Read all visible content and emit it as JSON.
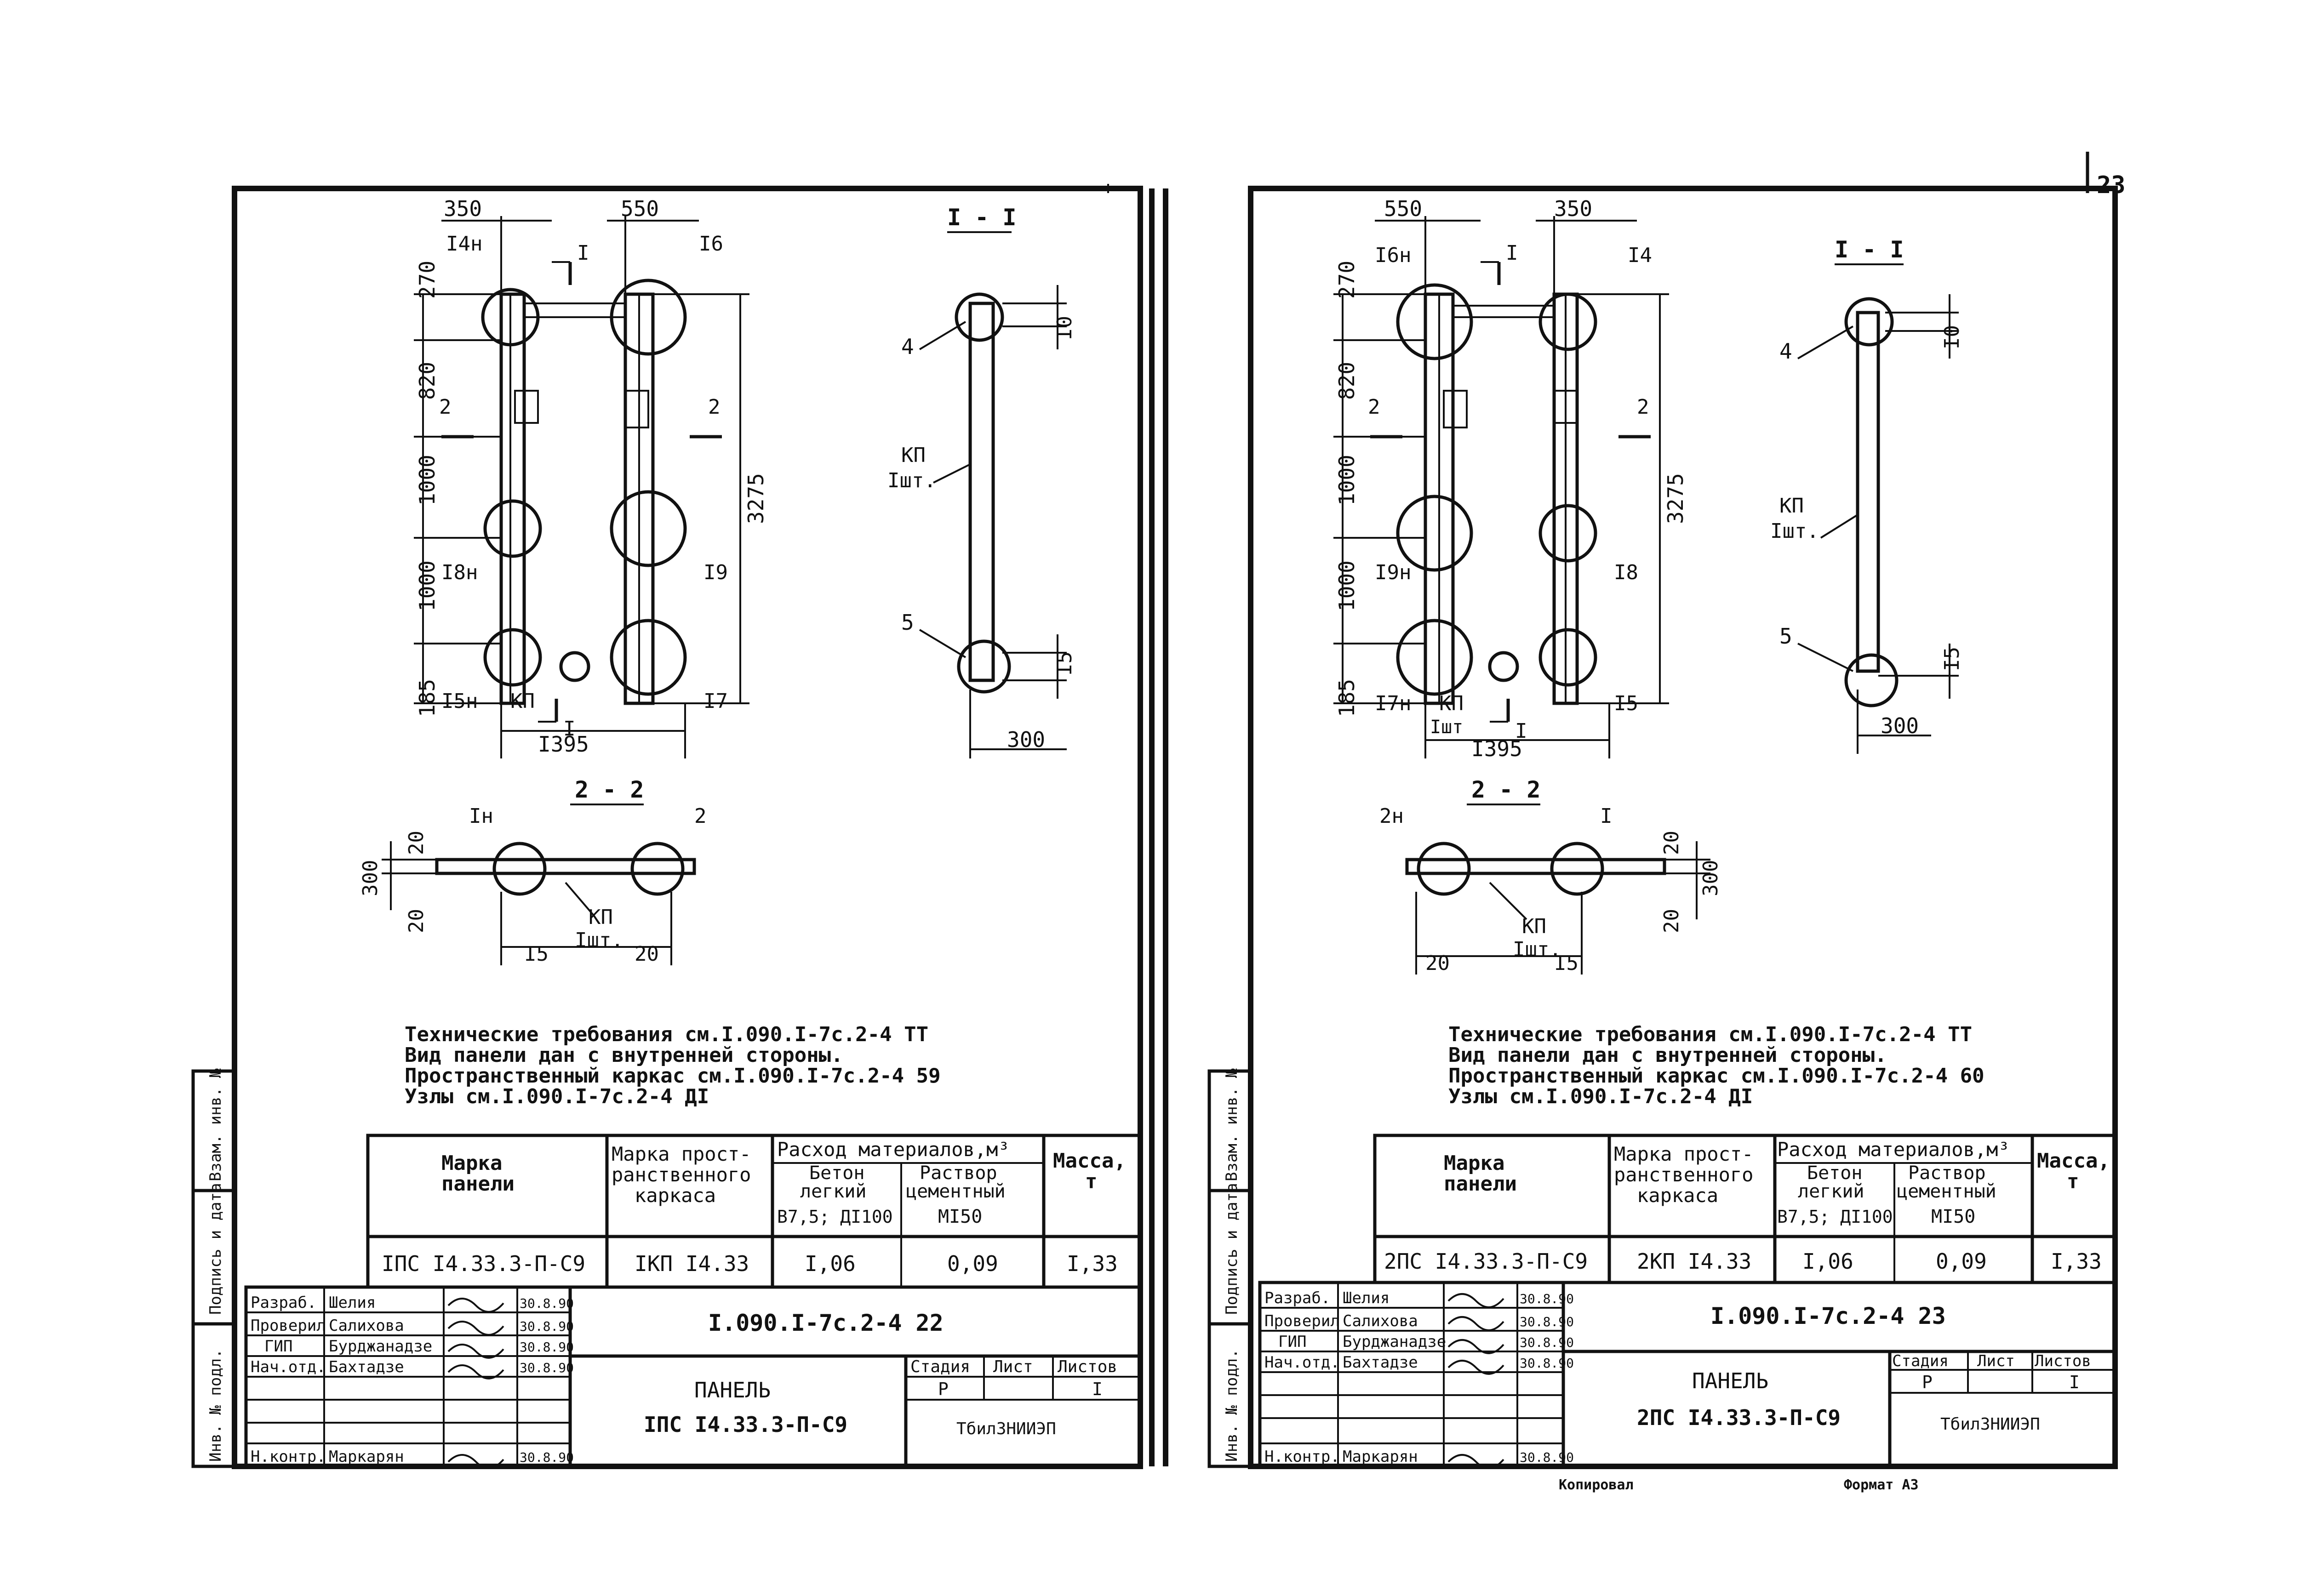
{
  "page_number": "23",
  "footer": {
    "copied": "Копировал",
    "format": "Формат А3"
  },
  "left": {
    "dims_top": [
      "350",
      "550"
    ],
    "dims_left": [
      "270",
      "820",
      "1000",
      "1000",
      "185"
    ],
    "dim_height": "3275",
    "dim_width": "I395",
    "node_labels": [
      "I4н",
      "I6",
      "I8н",
      "I9",
      "I5н",
      "I7"
    ],
    "kp": "КП",
    "section_mark": "I",
    "section_2": "2",
    "section_I_title": "I - I",
    "section_I": {
      "d10": "I0",
      "d15": "I5",
      "d300": "300",
      "call4": "4",
      "call5": "5",
      "kp": "КП",
      "kp_qty": "Iшт."
    },
    "section_2_title": "2 - 2",
    "section_2_data": {
      "d300": "300",
      "d20a": "20",
      "d20b": "20",
      "d15": "I5",
      "d20c": "20",
      "node1": "Iн",
      "node2": "2",
      "kp": "КП",
      "kp_qty": "Iшт."
    },
    "notes": [
      "Технические требования см.I.090.I-7с.2-4 ТТ",
      "Вид панели дан с внутренней стороны.",
      "Пространственный каркас см.I.090.I-7с.2-4 59",
      "Узлы см.I.090.I-7с.2-4 ДI"
    ],
    "table": {
      "h_mark": [
        "Марка",
        "панели"
      ],
      "h_frame": [
        "Марка прост-",
        "ранственного",
        "каркаса"
      ],
      "h_consumption": "Расход материалов,м³",
      "h_concrete": [
        "Бетон",
        "легкий",
        "В7,5; ДI100"
      ],
      "h_mortar": [
        "Раствор",
        "цементный",
        "МI50"
      ],
      "h_mass": [
        "Масса,",
        "т"
      ],
      "row": [
        "IПС I4.33.3-П-С9",
        "IКП I4.33",
        "I,06",
        "0,09",
        "I,33"
      ]
    },
    "stamp": {
      "roles": [
        "Разраб.",
        "Проверил",
        "ГИП",
        "Нач.отд.",
        "",
        "",
        "Н.контр."
      ],
      "names": [
        "Шелия",
        "Салихова",
        "Бурджанадзе",
        "Бахтадзе",
        "",
        "",
        "Маркарян"
      ],
      "dates": [
        "30.8.90",
        "30.8.90",
        "30.8.90",
        "30.8.90",
        "",
        "",
        "30.8.90"
      ],
      "doc_code": "I.090.I-7с.2-4 22",
      "title": "ПАНЕЛЬ",
      "panel_mark": "IПС I4.33.3-П-С9",
      "h_stage": "Стадия",
      "h_sheet": "Лист",
      "h_sheets": "Листов",
      "stage": "Р",
      "sheet": "",
      "sheets": "I",
      "org": "ТбилЗНИИЭП"
    },
    "side_labels": [
      "Взам. инв. №",
      "Подпись и дата",
      "Инв. № подл."
    ]
  },
  "right": {
    "dims_top": [
      "550",
      "350"
    ],
    "dims_left": [
      "270",
      "820",
      "1000",
      "1000",
      "185"
    ],
    "dim_height": "3275",
    "dim_width": "I395",
    "node_labels": [
      "I6н",
      "I4",
      "I9н",
      "I8",
      "I7н",
      "I5"
    ],
    "kp": "КП",
    "kp_qty": "Iшт",
    "section_mark": "I",
    "section_2": "2",
    "section_I_title": "I - I",
    "section_I": {
      "d10": "I0",
      "d15": "I5",
      "d300": "300",
      "call4": "4",
      "call5": "5",
      "kp": "КП",
      "kp_qty": "Iшт."
    },
    "section_2_title": "2 - 2",
    "section_2_data": {
      "d300": "300",
      "d20a": "20",
      "d20b": "20",
      "d15": "I5",
      "d20c": "20",
      "node1": "2н",
      "node2": "I",
      "kp": "КП",
      "kp_qty": "Iшт."
    },
    "notes": [
      "Технические требования см.I.090.I-7с.2-4 ТТ",
      "Вид панели дан с внутренней стороны.",
      "Пространственный каркас см.I.090.I-7с.2-4 60",
      "Узлы см.I.090.I-7с.2-4 ДI"
    ],
    "table": {
      "h_mark": [
        "Марка",
        "панели"
      ],
      "h_frame": [
        "Марка прост-",
        "ранственного",
        "каркаса"
      ],
      "h_consumption": "Расход материалов,м³",
      "h_concrete": [
        "Бетон",
        "легкий",
        "В7,5; ДI100"
      ],
      "h_mortar": [
        "Раствор",
        "цементный",
        "МI50"
      ],
      "h_mass": [
        "Масса,",
        "т"
      ],
      "row": [
        "2ПС I4.33.3-П-С9",
        "2КП I4.33",
        "I,06",
        "0,09",
        "I,33"
      ]
    },
    "stamp": {
      "roles": [
        "Разраб.",
        "Проверил",
        "ГИП",
        "Нач.отд.",
        "",
        "",
        "Н.контр."
      ],
      "names": [
        "Шелия",
        "Салихова",
        "Бурджанадзе",
        "Бахтадзе",
        "",
        "",
        "Маркарян"
      ],
      "dates": [
        "30.8.90",
        "30.8.90",
        "30.8.90",
        "30.8.90",
        "",
        "",
        "30.8.90"
      ],
      "doc_code": "I.090.I-7с.2-4 23",
      "title": "ПАНЕЛЬ",
      "panel_mark": "2ПС I4.33.3-П-С9",
      "h_stage": "Стадия",
      "h_sheet": "Лист",
      "h_sheets": "Листов",
      "stage": "Р",
      "sheet": "",
      "sheets": "I",
      "org": "ТбилЗНИИЭП"
    },
    "side_labels": [
      "Взам. инв. №",
      "Подпись и дата",
      "Инв. № подл."
    ]
  }
}
